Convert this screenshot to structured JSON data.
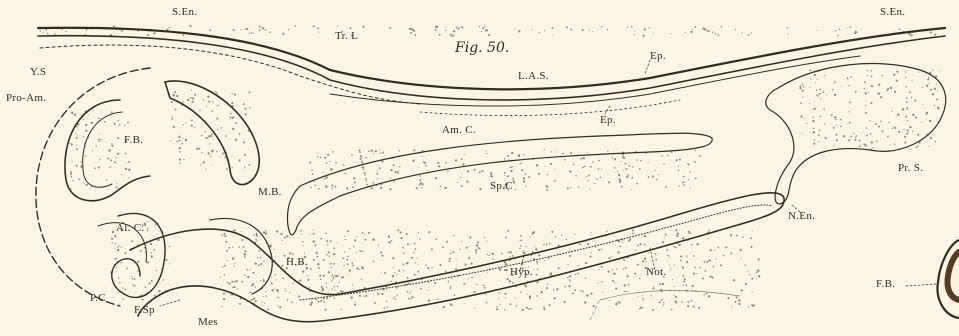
{
  "figure_title": "Fig. 50.",
  "labels": {
    "s_en_left": "S.En.",
    "s_en_right": "S.En.",
    "tr_l": "Tr. L",
    "ys": "Y.S",
    "las": "L.A.S.",
    "ep_top": "Ep.",
    "ep_mid": "Ep.",
    "pro_am": "Pro-Am.",
    "fb": "F.B.",
    "am_c": "Am. C.",
    "mb": "M.B.",
    "sp_c": "Sp.C",
    "al_c": "Al. C.",
    "hb": "H.B.",
    "hyp": "Hyp.",
    "not": "Not.",
    "n_en": "N.En.",
    "pr_s": "Pr. S.",
    "fb_right": "F.B.",
    "pc": "P.C",
    "fsp": "F.Sp",
    "mes": "Mes"
  },
  "colors": {
    "paper": "#fcf5e3",
    "ink": "#3a2a1c"
  }
}
